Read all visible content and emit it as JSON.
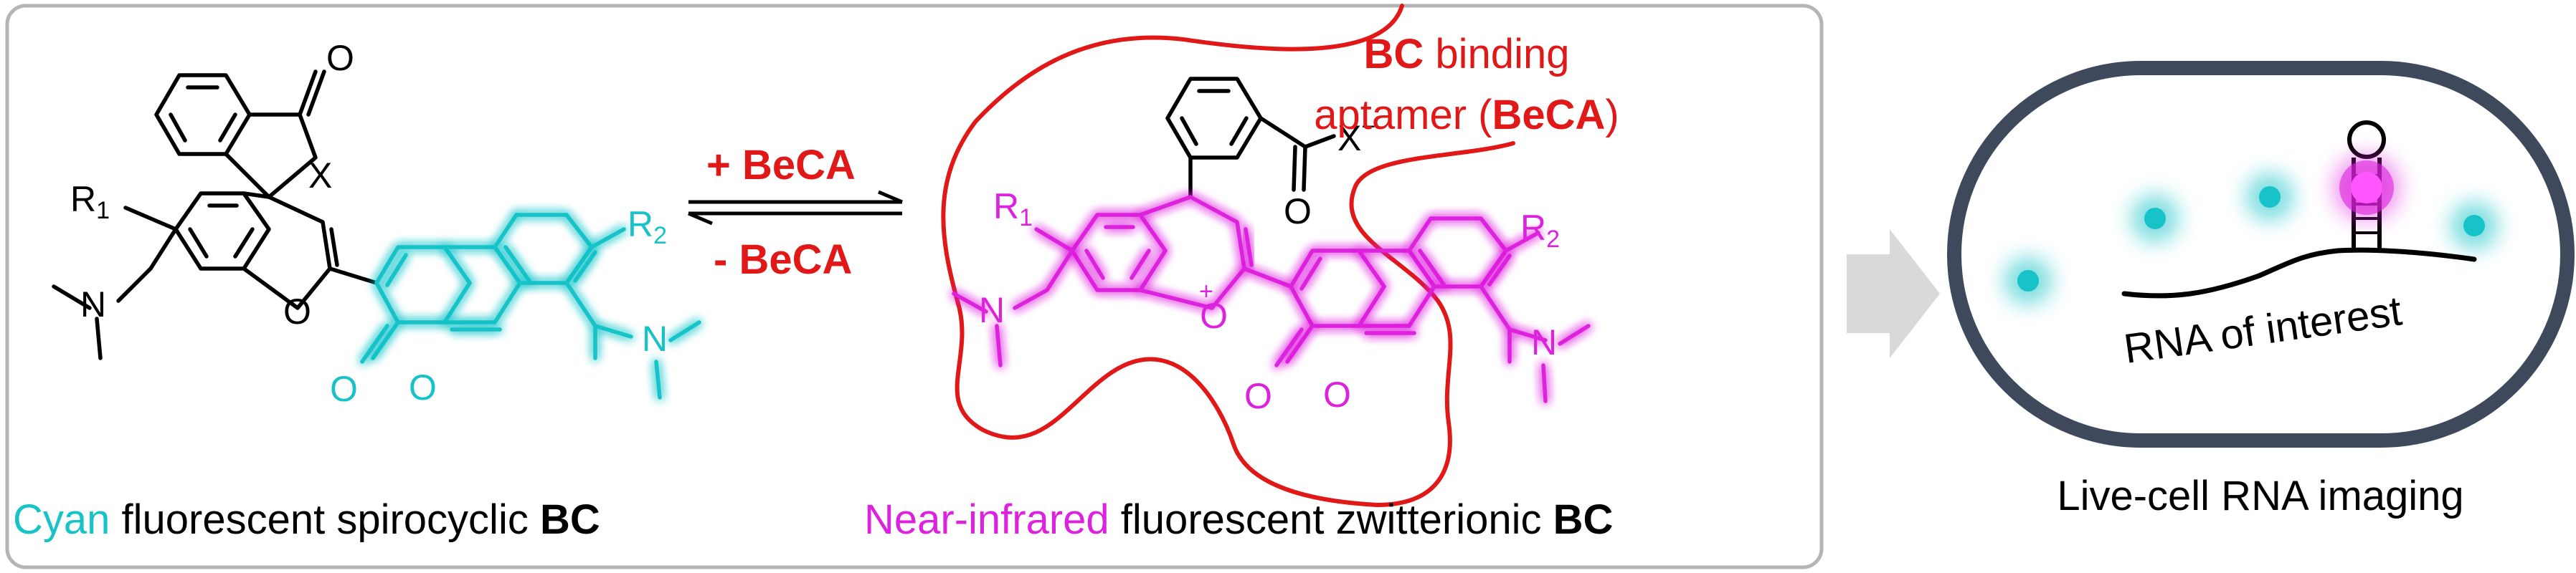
{
  "left_molecule": {
    "atoms": {
      "carbonyl_o": "O",
      "x": "X",
      "r1": "R",
      "r1_sub": "1",
      "n": "N",
      "ring_o": "O",
      "r2": "R",
      "r2_sub": "2",
      "coumarin_o1": "O",
      "coumarin_o2": "O",
      "n2": "N"
    },
    "caption": {
      "part1": "Cyan",
      "part2": " fluorescent spirocyclic ",
      "part3": "BC"
    }
  },
  "equilibrium": {
    "forward_sign": "+ ",
    "forward_label": "BeCA",
    "reverse_sign": "- ",
    "reverse_label": "BeCA"
  },
  "right_molecule": {
    "atoms": {
      "carbonyl_o": "O",
      "x": "X",
      "x_charge": "−",
      "r1": "R",
      "r1_sub": "1",
      "n": "N",
      "ring_o": "O",
      "ring_o_charge": "+",
      "r2": "R",
      "r2_sub": "2",
      "coumarin_o1": "O",
      "coumarin_o2": "O",
      "n2": "N"
    },
    "aptamer_label": {
      "line1_bold": "BC",
      "line1_rest": " binding",
      "line2_start": "aptamer (",
      "line2_bold": "BeCA",
      "line2_end": ")"
    },
    "caption": {
      "part1": "Near-infrared",
      "part2": " fluorescent zwitterionic ",
      "part3": "BC"
    }
  },
  "cell": {
    "rna_label": "RNA of interest",
    "caption": "Live-cell RNA imaging"
  },
  "colors": {
    "cyan": "#17c3c8",
    "magenta": "#dd22dd",
    "red": "#e01818",
    "cell_border": "#3e4a5c",
    "panel_border": "#b4b4b4",
    "arrow_gray": "#d9d9d9"
  }
}
